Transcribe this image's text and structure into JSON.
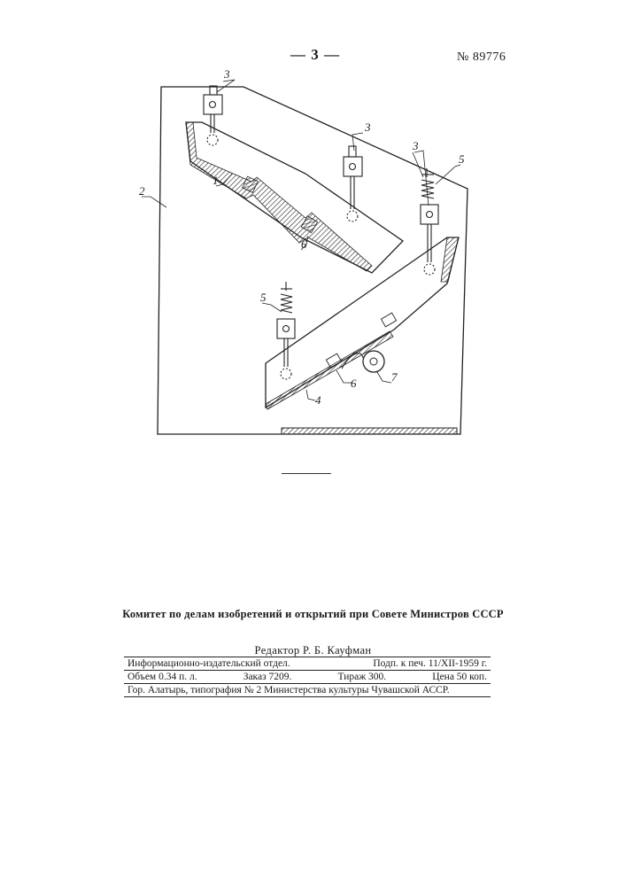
{
  "header": {
    "page_number": "— 3 —",
    "patent_number": "№ 89776"
  },
  "drawing": {
    "labels": {
      "l1": "1",
      "l2": "2",
      "l3a": "3",
      "l3b": "3",
      "l3c": "3",
      "l4": "4",
      "l5a": "5",
      "l5b": "5",
      "l6a": "6",
      "l6b": "6",
      "l7": "7"
    }
  },
  "footer": {
    "committee": "Комитет по делам изобретений и открытий при Совете Министров СССР",
    "editor": "Редактор Р. Б. Кауфман",
    "imprint": {
      "row1_left": "Информационно-издательский отдел.",
      "row1_right": "Подп. к печ. 11/XII-1959 г.",
      "row2_a": "Объем 0.34 п. л.",
      "row2_b": "Заказ 7209.",
      "row2_c": "Тираж 300.",
      "row2_d": "Цена 50 коп.",
      "row3": "Гор. Алатырь, типография № 2 Министерства культуры Чувашской АССР."
    }
  }
}
